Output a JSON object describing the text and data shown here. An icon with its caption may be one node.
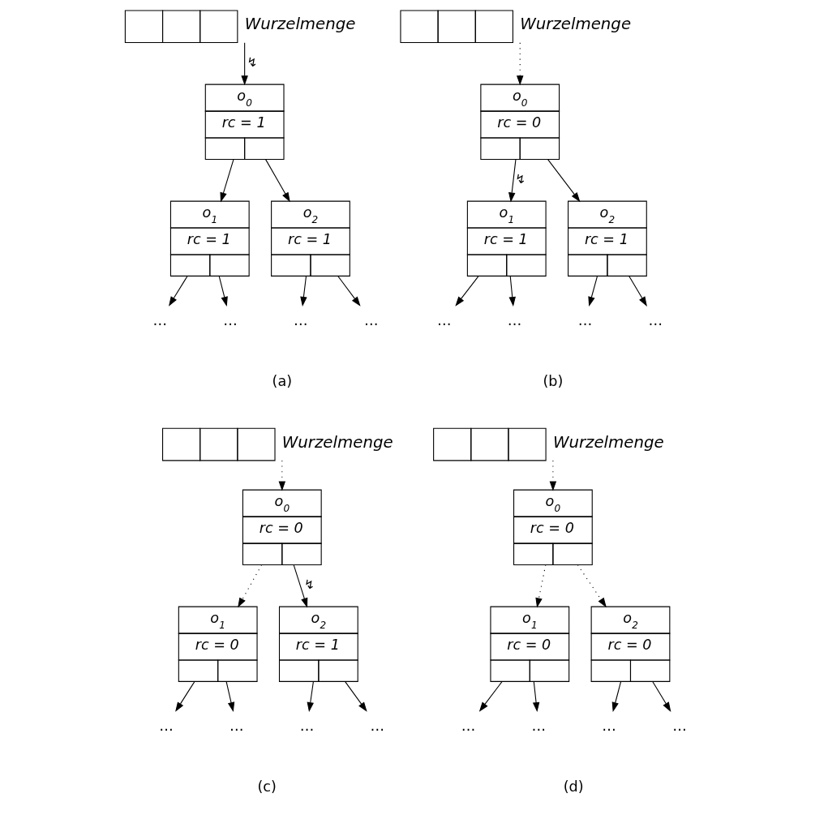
{
  "diagram": {
    "nodes": [
      {
        "text": [],
        "shape": "box",
        "beside": [
          "Wurzelmenge"
        ]
      },
      {
        "text": [
          "o$_{0}$",
          "rc = 1"
        ]
      },
      {
        "text": [
          "o$_{1}$",
          "rc = 1"
        ]
      },
      {
        "text": [
          "o$_{2}$",
          "rc = 1"
        ]
      },
      {
        "text": [
          "…"
        ]
      },
      {
        "text": [
          "…"
        ]
      },
      {
        "text": [
          "…"
        ]
      },
      {
        "text": [
          "…"
        ]
      },
      {
        "text": [],
        "shape": "box",
        "beside": [
          "Wurzelmenge"
        ]
      },
      {
        "text": [
          "o$_{0}$",
          "rc = 0"
        ]
      },
      {
        "text": [
          "o$_{1}$",
          "rc = 1"
        ]
      },
      {
        "text": [
          "o$_{2}$",
          "rc = 1"
        ]
      },
      {
        "text": [
          "…"
        ]
      },
      {
        "text": [
          "…"
        ]
      },
      {
        "text": [
          "…"
        ]
      },
      {
        "text": [
          "…"
        ]
      },
      {
        "text": [],
        "shape": "box",
        "beside": [
          "Wurzelmenge"
        ]
      },
      {
        "text": [
          "o$_{0}$",
          "rc = 0"
        ]
      },
      {
        "text": [
          "o$_{1}$",
          "rc = 0"
        ]
      },
      {
        "text": [
          "o$_{2}$",
          "rc = 1"
        ]
      },
      {
        "text": [
          "…"
        ]
      },
      {
        "text": [
          "…"
        ]
      },
      {
        "text": [
          "…"
        ]
      },
      {
        "text": [
          "…"
        ]
      },
      {
        "text": [],
        "shape": "box",
        "beside": [
          "Wurzelmenge"
        ]
      },
      {
        "text": [
          "o$_{0}$",
          "rc = 0"
        ]
      },
      {
        "text": [
          "o$_{1}$",
          "rc = 0"
        ]
      },
      {
        "text": [
          "o$_{2}$",
          "rc = 0"
        ]
      },
      {
        "text": [
          "…"
        ]
      },
      {
        "text": [
          "…"
        ]
      },
      {
        "text": [
          "…"
        ]
      },
      {
        "text": [
          "…"
        ]
      }
    ],
    "edges": [
      {
        "from": 0,
        "to": 1,
        "arrow": "to",
        "label": "↯"
      },
      {
        "from": 1,
        "to": 2,
        "arrow": "to"
      },
      {
        "from": 1,
        "to": 3,
        "arrow": "to"
      },
      {
        "from": 2,
        "to": 4,
        "arrow": "to"
      },
      {
        "from": 2,
        "to": 5,
        "arrow": "to"
      },
      {
        "from": 3,
        "to": 6,
        "arrow": "to"
      },
      {
        "from": 3,
        "to": 7,
        "arrow": "to"
      },
      {
        "from": 8,
        "to": 9,
        "arrow": "to",
        "style": "dashed"
      },
      {
        "from": 9,
        "to": 10,
        "arrow": "to",
        "label": "↯"
      },
      {
        "from": 9,
        "to": 11,
        "arrow": "to"
      },
      {
        "from": 10,
        "to": 12,
        "arrow": "to"
      },
      {
        "from": 10,
        "to": 13,
        "arrow": "to"
      },
      {
        "from": 11,
        "to": 14,
        "arrow": "to"
      },
      {
        "from": 11,
        "to": 15,
        "arrow": "to"
      },
      {
        "from": 16,
        "to": 17,
        "arrow": "to",
        "style": "dashed"
      },
      {
        "from": 17,
        "to": 18,
        "arrow": "to",
        "style": "dashed"
      },
      {
        "from": 17,
        "to": 19,
        "arrow": "to",
        "label": "↯"
      },
      {
        "from": 18,
        "to": 20,
        "arrow": "to"
      },
      {
        "from": 18,
        "to": 21,
        "arrow": "to"
      },
      {
        "from": 19,
        "to": 22,
        "arrow": "to"
      },
      {
        "from": 19,
        "to": 23,
        "arrow": "to"
      },
      {
        "from": 24,
        "to": 25,
        "arrow": "to",
        "style": "dashed"
      },
      {
        "from": 25,
        "to": 26,
        "arrow": "to",
        "style": "dashed"
      },
      {
        "from": 25,
        "to": 27,
        "arrow": "to",
        "style": "dashed"
      },
      {
        "from": 26,
        "to": 28,
        "arrow": "to"
      },
      {
        "from": 26,
        "to": 29,
        "arrow": "to"
      },
      {
        "from": 27,
        "to": 30,
        "arrow": "to"
      },
      {
        "from": 27,
        "to": 31,
        "arrow": "to"
      }
    ],
    "labels": [
      "(a)",
      "(b)",
      "(c)",
      "(d)"
    ]
  }
}
